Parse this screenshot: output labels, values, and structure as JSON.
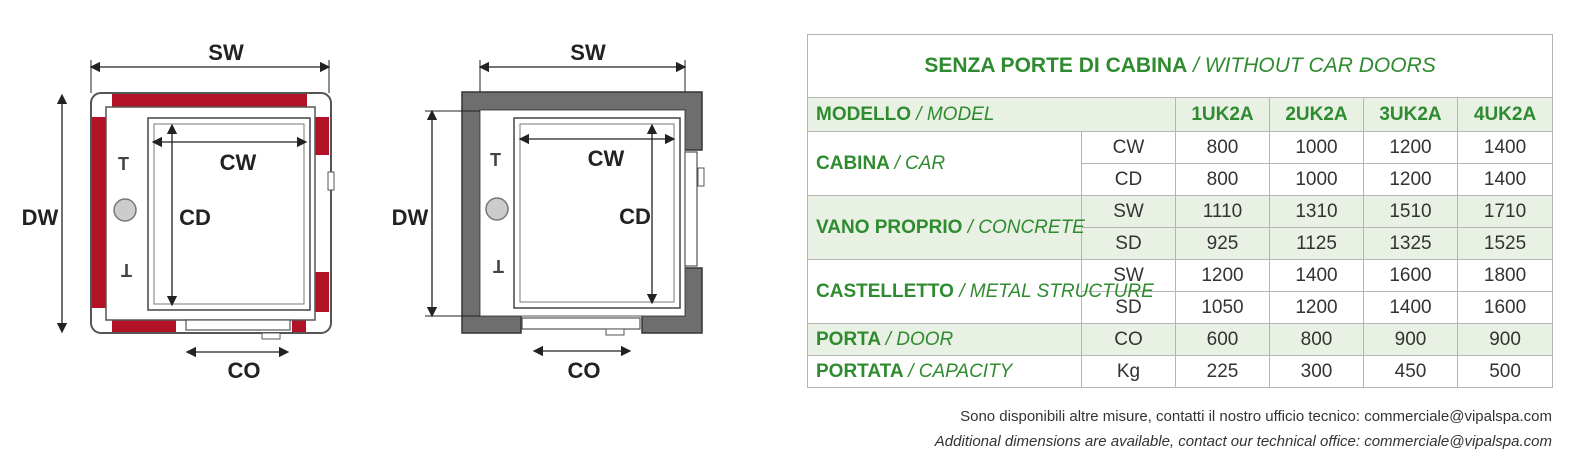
{
  "diagram1": {
    "labels": {
      "sw": "SW",
      "dw": "DW",
      "cw": "CW",
      "cd": "CD",
      "co": "CO"
    }
  },
  "diagram2": {
    "labels": {
      "sw": "SW",
      "dw": "DW",
      "cw": "CW",
      "cd": "CD",
      "co": "CO"
    }
  },
  "colors": {
    "wall_red": "#b11226",
    "wall_grey": "#6e6e6e",
    "title_green": "#2f8b2f",
    "row_green": "#e9f1e4"
  },
  "table": {
    "title_it": "SENZA PORTE DI CABINA",
    "title_sep": " / ",
    "title_en": "WITHOUT CAR DOORS",
    "model_header": {
      "it": "MODELLO",
      "en": "/ MODEL"
    },
    "models": [
      "1UK2A",
      "2UK2A",
      "3UK2A",
      "4UK2A"
    ],
    "groups": [
      {
        "it": "CABINA",
        "en": "/ CAR",
        "rows": [
          {
            "code": "CW",
            "values": [
              "800",
              "1000",
              "1200",
              "1400"
            ]
          },
          {
            "code": "CD",
            "values": [
              "800",
              "1000",
              "1200",
              "1400"
            ]
          }
        ]
      },
      {
        "it": "VANO PROPRIO",
        "en": "/ CONCRETE",
        "rows": [
          {
            "code": "SW",
            "values": [
              "1110",
              "1310",
              "1510",
              "1710"
            ]
          },
          {
            "code": "SD",
            "values": [
              "925",
              "1125",
              "1325",
              "1525"
            ]
          }
        ]
      },
      {
        "it": "CASTELLETTO",
        "en": "/ METAL STRUCTURE",
        "rows": [
          {
            "code": "SW",
            "values": [
              "1200",
              "1400",
              "1600",
              "1800"
            ]
          },
          {
            "code": "SD",
            "values": [
              "1050",
              "1200",
              "1400",
              "1600"
            ]
          }
        ]
      },
      {
        "it": "PORTA",
        "en": "/ DOOR",
        "rows": [
          {
            "code": "CO",
            "values": [
              "600",
              "800",
              "900",
              "900"
            ]
          }
        ]
      },
      {
        "it": "PORTATA",
        "en": "/ CAPACITY",
        "rows": [
          {
            "code": "Kg",
            "values": [
              "225",
              "300",
              "450",
              "500"
            ]
          }
        ]
      }
    ]
  },
  "notes": {
    "it": "Sono disponibili altre misure, contatti il nostro ufficio tecnico: commerciale@vipalspa.com",
    "en": "Additional dimensions are available, contact our technical office: commerciale@vipalspa.com"
  }
}
